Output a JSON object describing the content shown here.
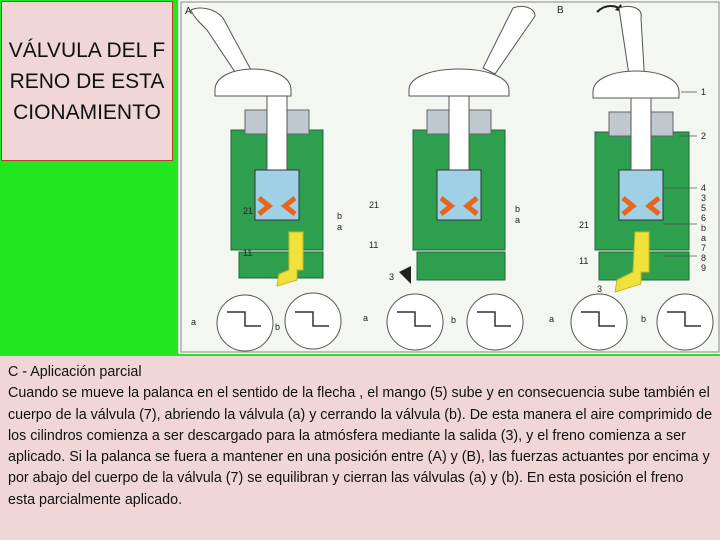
{
  "title": "VÁLVULA DEL FRENO DE ESTACIONAMIENTO",
  "diagram": {
    "figure_labels": [
      "A",
      "B"
    ],
    "callouts_left": [
      "21",
      "11",
      "3"
    ],
    "callouts_mid": [
      "b",
      "a"
    ],
    "callouts_right": [
      "1",
      "2",
      "4",
      "3",
      "5",
      "6",
      "b",
      "a",
      "7",
      "8",
      "9"
    ],
    "detail_labels": [
      "a",
      "b",
      "a",
      "b",
      "a",
      "b"
    ]
  },
  "caption": {
    "heading": "C - Aplicación parcial",
    "body": "Cuando se mueve la palanca en el sentido de la flecha , el mango (5) sube y en consecuencia sube también el cuerpo de la válvula (7), abriendo la válvula (a) y cerrando la válvula (b). De esta manera el aire comprimido de los cilindros comienza a ser descargado para la atmósfera mediante la salida (3), y el freno comienza a ser aplicado. Si la palanca se fuera a mantener en una posición entre (A) y (B), las fuerzas actuantes por encima y por abajo del cuerpo de la válvula (7) se equilibran y cierran las válvulas (a) y (b). En esta posición el freno esta parcialmente aplicado."
  },
  "colors": {
    "background": "#22e61f",
    "panel": "#f0d6d6",
    "valve_green": "#2e9e4f",
    "valve_orange": "#e8661c",
    "arrow_yellow": "#f0e23a"
  }
}
